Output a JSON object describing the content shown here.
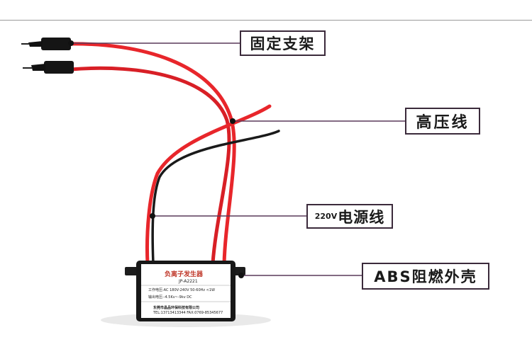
{
  "labels": {
    "bracket": "固定支架",
    "high_voltage_wire": "高压线",
    "power_wire_prefix": "220V",
    "power_wire": "电源线",
    "housing": "ABS阻燃外壳"
  },
  "device_label": {
    "title": "负离子发生器",
    "model": "JP-A2221",
    "line1": "工作电压:AC 180V-240V 50-60Hz <1W",
    "line2": "输出电压:-4.5Kv~-9kv DC",
    "company": "东莞市晶品环保科技有限公司",
    "tel": "TEL:13713413344 FAX:0769-85345677"
  },
  "colors": {
    "wire_red": "#e8262b",
    "wire_black": "#1a1a1a",
    "callout_border": "#3b2a3b",
    "leader_line": "#5a3a5a"
  }
}
